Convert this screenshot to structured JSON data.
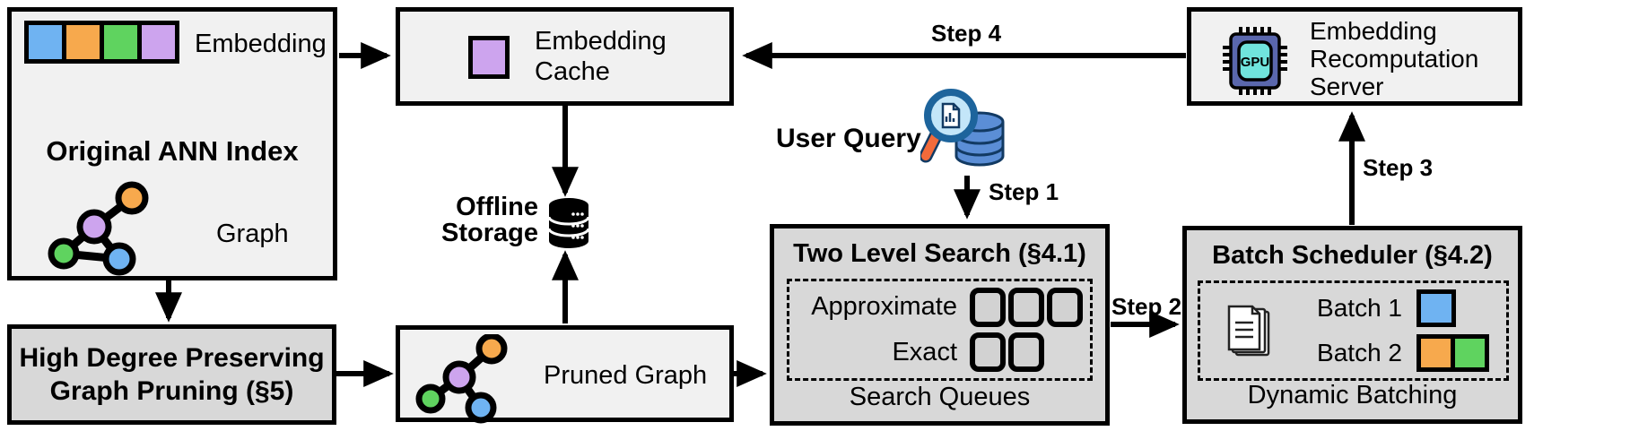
{
  "ann_index": {
    "embedding_label": "Embedding",
    "title": "Original ANN Index",
    "graph_label": "Graph"
  },
  "graph_pruning": {
    "line1": "High Degree Preserving",
    "line2": "Graph Pruning (§5)"
  },
  "embedding_cache": {
    "line1": "Embedding",
    "line2": "Cache"
  },
  "offline_storage": {
    "line1": "Offline",
    "line2": "Storage"
  },
  "pruned_graph": {
    "label": "Pruned Graph"
  },
  "user_query": {
    "label": "User Query"
  },
  "steps": {
    "step1": "Step 1",
    "step2": "Step 2",
    "step3": "Step 3",
    "step4": "Step 4"
  },
  "two_level_search": {
    "title": "Two Level Search (§4.1)",
    "approximate_label": "Approximate",
    "exact_label": "Exact",
    "approximate_queue_count": 3,
    "exact_queue_count": 2,
    "footer": "Search Queues"
  },
  "batch_scheduler": {
    "title": "Batch Scheduler (§4.2)",
    "batch1_label": "Batch 1",
    "batch2_label": "Batch 2",
    "footer": "Dynamic Batching"
  },
  "recomputation_server": {
    "line1": "Embedding",
    "line2": "Recomputation",
    "line3": "Server",
    "gpu_label": "GPU"
  },
  "embedding_vector_colors": [
    "#6fb3f2",
    "#f7a94d",
    "#5fd35f",
    "#cda4ee"
  ],
  "batch1_colors": [
    "#6fb3f2"
  ],
  "batch2_colors": [
    "#f7a94d",
    "#5fd35f"
  ],
  "colors": {
    "blue": "#6fb3f2",
    "orange": "#f7a94d",
    "green": "#5fd35f",
    "purple": "#cda4ee",
    "box_light": "#f1f1f1",
    "box_dark": "#d8d8d8",
    "chip_body": "#5a67ad",
    "chip_core": "#70e4dd",
    "query_db_blue": "#5b8ed6",
    "query_rim": "#1d649c",
    "query_lens": "#c3e6f9",
    "query_handle": "#f26a3a"
  }
}
